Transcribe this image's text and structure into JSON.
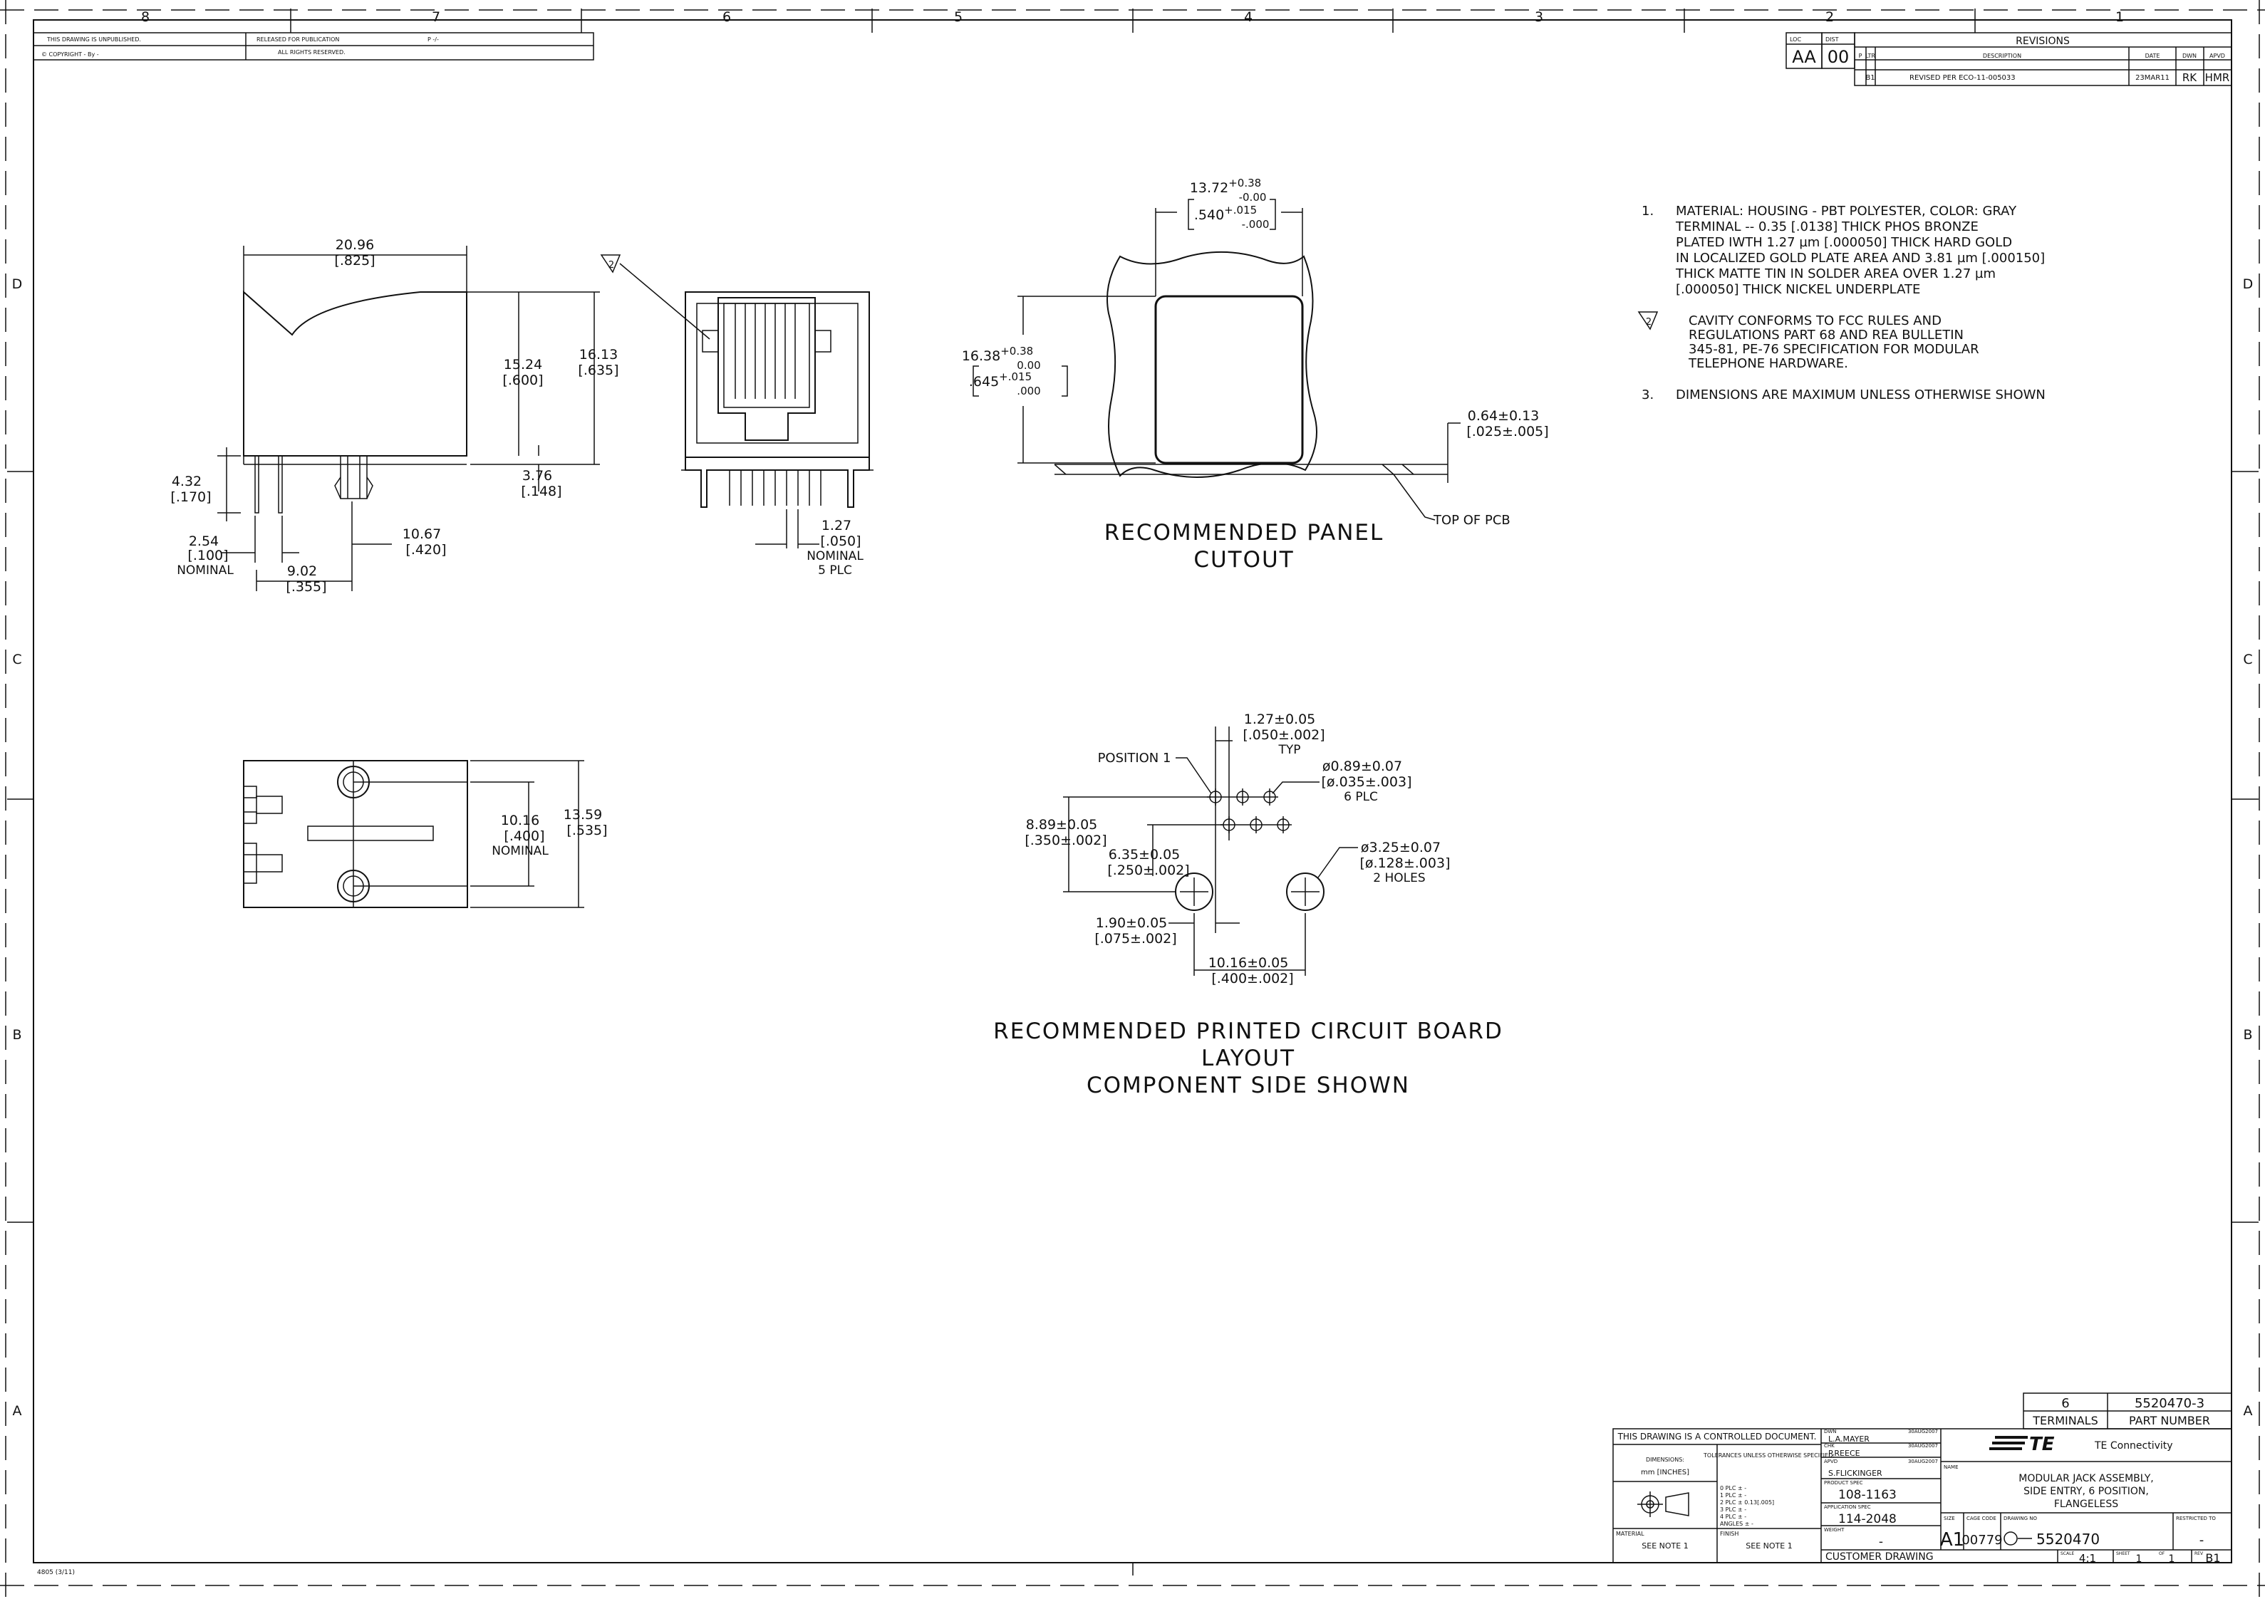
{
  "zones": {
    "columns": [
      "8",
      "7",
      "6",
      "5",
      "4",
      "3",
      "2",
      "1"
    ],
    "rows": [
      "D",
      "C",
      "B",
      "A"
    ]
  },
  "header": {
    "unpublished": "THIS DRAWING IS UNPUBLISHED.",
    "copyright": "© COPYRIGHT  -  By -",
    "released": "RELEASED FOR PUBLICATION",
    "released_by": "P -/-",
    "rights": "ALL RIGHTS RESERVED."
  },
  "revisions": {
    "title": "REVISIONS",
    "loc_label": "LOC",
    "dist_label": "DIST",
    "loc": "AA",
    "dist": "00",
    "cols": [
      "P",
      "LTR",
      "DESCRIPTION",
      "DATE",
      "DWN",
      "APVD"
    ],
    "rows": [
      {
        "p": "",
        "ltr": "B1",
        "desc": "REVISED PER ECO-11-005033",
        "date": "23MAR11",
        "dwn": "RK",
        "apvd": "HMR"
      }
    ]
  },
  "side_view": {
    "d_width": "20.96",
    "d_width_in": "[.825]",
    "d_h1": "15.24",
    "d_h1_in": "[.600]",
    "d_h2": "16.13",
    "d_h2_in": "[.635]",
    "d_left": "4.32",
    "d_left_in": "[.170]",
    "d_pin": "3.76",
    "d_pin_in": "[.148]",
    "d_pitch": "2.54",
    "d_pitch_in": "[.100]",
    "d_pitch_note": "NOMINAL",
    "d_post": "10.67",
    "d_post_in": "[.420]",
    "d_off": "9.02",
    "d_off_in": "[.355]"
  },
  "front_view": {
    "flag": "2",
    "d_pin": "1.27",
    "d_pin_in": "[.050]",
    "d_note1": "NOMINAL",
    "d_note2": "5 PLC"
  },
  "bottom_view": {
    "d_inner": "10.16",
    "d_inner_in": "[.400]",
    "d_inner_note": "NOMINAL",
    "d_outer": "13.59",
    "d_outer_in": "[.535]"
  },
  "panel_cutout": {
    "w": "13.72",
    "w_tol_plus": "+0.38",
    "w_tol_minus": "-0.00",
    "w_in": ".540",
    "w_in_plus": "+.015",
    "w_in_minus": "-.000",
    "h": "16.38",
    "h_tol_plus": "+0.38",
    "h_tol_minus": "0.00",
    "h_in": ".645",
    "h_in_plus": "+.015",
    "h_in_minus": ".000",
    "d_pcb": "0.64±0.13",
    "d_pcb_in": "[.025±.005]",
    "pcb_label": "TOP OF PCB",
    "title1": "RECOMMENDED PANEL",
    "title2": "CUTOUT"
  },
  "pcb_layout": {
    "pitch": "1.27±0.05",
    "pitch_in": "[.050±.002]",
    "pitch_note": "TYP",
    "position": "POSITION 1",
    "hole": "ø0.89±0.07",
    "hole_in": "[ø.035±.003]",
    "hole_note": "6 PLC",
    "d_889": "8.89±0.05",
    "d_889_in": "[.350±.002]",
    "d_635": "6.35±0.05",
    "d_635_in": "[.250±.002]",
    "mount": "ø3.25±0.07",
    "mount_in": "[ø.128±.003]",
    "mount_note": "2 HOLES",
    "d_190": "1.90±0.05",
    "d_190_in": "[.075±.002]",
    "d_1016": "10.16±0.05",
    "d_1016_in": "[.400±.002]",
    "title1": "RECOMMENDED PRINTED CIRCUIT BOARD",
    "title2": "LAYOUT",
    "title3": "COMPONENT SIDE SHOWN"
  },
  "notes": [
    {
      "num": "1.",
      "lines": [
        "MATERIAL: HOUSING - PBT POLYESTER, COLOR: GRAY",
        "TERMINAL -- 0.35 [.0138] THICK PHOS BRONZE",
        "PLATED IWTH 1.27 µm [.000050] THICK HARD GOLD",
        "IN LOCALIZED GOLD PLATE AREA AND 3.81 µm [.000150]",
        "THICK MATTE TIN IN SOLDER AREA OVER 1.27 µm",
        "[.000050] THICK NICKEL UNDERPLATE"
      ]
    },
    {
      "num": "2",
      "lines": [
        "CAVITY CONFORMS TO FCC RULES AND",
        "REGULATIONS PART 68 AND REA BULLETIN",
        "345-81, PE-76 SPECIFICATION FOR MODULAR",
        "TELEPHONE HARDWARE."
      ]
    },
    {
      "num": "3.",
      "lines": [
        "DIMENSIONS ARE MAXIMUM UNLESS OTHERWISE SHOWN"
      ]
    }
  ],
  "title_block": {
    "terminals": "6",
    "terminals_label": "TERMINALS",
    "part_number": "5520470-3",
    "part_label": "PART NUMBER",
    "controlled": "THIS DRAWING IS A CONTROLLED DOCUMENT.",
    "dims_label": "DIMENSIONS:",
    "dims_unit": "mm [INCHES]",
    "tol_label": "TOLERANCES UNLESS OTHERWISE SPECIFIED:",
    "tol_rows": [
      "0 PLC  ± -",
      "1 PLC  ± -",
      "2 PLC  ± 0.13[.005]",
      "3 PLC  ± -",
      "4 PLC  ± -",
      "ANGLES  ± -"
    ],
    "dwn_label": "DWN",
    "dwn": "L.A.MAYER",
    "dwn_date": "30AUG2007",
    "chk_label": "CHK",
    "chk": "P.REECE",
    "chk_date": "30AUG2007",
    "apvd_label": "APVD",
    "apvd": "S.FLICKINGER",
    "apvd_date": "30AUG2007",
    "prod_spec_label": "PRODUCT SPEC",
    "prod_spec": "108-1163",
    "app_spec_label": "APPLICATION SPEC",
    "app_spec": "114-2048",
    "weight_label": "WEIGHT",
    "weight": "-",
    "material_label": "MATERIAL",
    "material": "SEE NOTE 1",
    "finish_label": "FINISH",
    "finish": "SEE NOTE 1",
    "logo": "TE",
    "company": "TE Connectivity",
    "name_label": "NAME",
    "name1": "MODULAR JACK ASSEMBLY,",
    "name2": "SIDE ENTRY, 6 POSITION,",
    "name3": "FLANGELESS",
    "size_label": "SIZE",
    "size": "A1",
    "cage_label": "CAGE CODE",
    "cage": "00779",
    "dwg_label": "DRAWING NO",
    "dwg": "5520470",
    "restricted_label": "RESTRICTED TO",
    "restricted": "-",
    "customer": "CUSTOMER DRAWING",
    "scale_label": "SCALE",
    "scale": "4:1",
    "sheet_label": "SHEET",
    "sheet": "1",
    "of": "OF",
    "sheets": "1",
    "rev_label": "REV",
    "rev": "B1"
  },
  "form_no": "4805 (3/11)"
}
